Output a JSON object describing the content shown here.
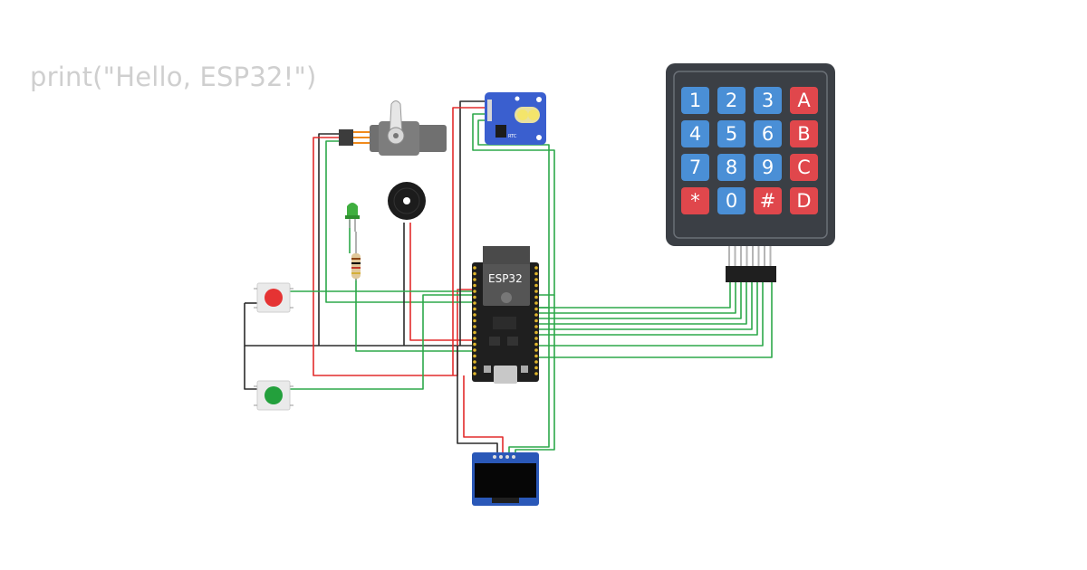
{
  "code_snippet": "print(\"Hello, ESP32!\")",
  "esp32": {
    "label": "ESP32"
  },
  "rtc": {
    "label": "RTC"
  },
  "keypad": {
    "keys": [
      {
        "label": "1",
        "color": "#4a8fd6"
      },
      {
        "label": "2",
        "color": "#4a8fd6"
      },
      {
        "label": "3",
        "color": "#4a8fd6"
      },
      {
        "label": "A",
        "color": "#e0474c"
      },
      {
        "label": "4",
        "color": "#4a8fd6"
      },
      {
        "label": "5",
        "color": "#4a8fd6"
      },
      {
        "label": "6",
        "color": "#4a8fd6"
      },
      {
        "label": "B",
        "color": "#e0474c"
      },
      {
        "label": "7",
        "color": "#4a8fd6"
      },
      {
        "label": "8",
        "color": "#4a8fd6"
      },
      {
        "label": "9",
        "color": "#4a8fd6"
      },
      {
        "label": "C",
        "color": "#e0474c"
      },
      {
        "label": "*",
        "color": "#e0474c"
      },
      {
        "label": "0",
        "color": "#4a8fd6"
      },
      {
        "label": "#",
        "color": "#e0474c"
      },
      {
        "label": "D",
        "color": "#e0474c"
      }
    ]
  },
  "colors": {
    "wire_red": "#e22b2b",
    "wire_green": "#2da84a",
    "wire_black": "#2b2b2b",
    "board": "#1f1f1f",
    "rtc_board": "#3a5fcf",
    "oled_board": "#2a58b8",
    "keypad_body": "#3b3f45",
    "button_red": "#e53333",
    "button_green": "#23a03c",
    "led_green": "#3fae3f"
  }
}
